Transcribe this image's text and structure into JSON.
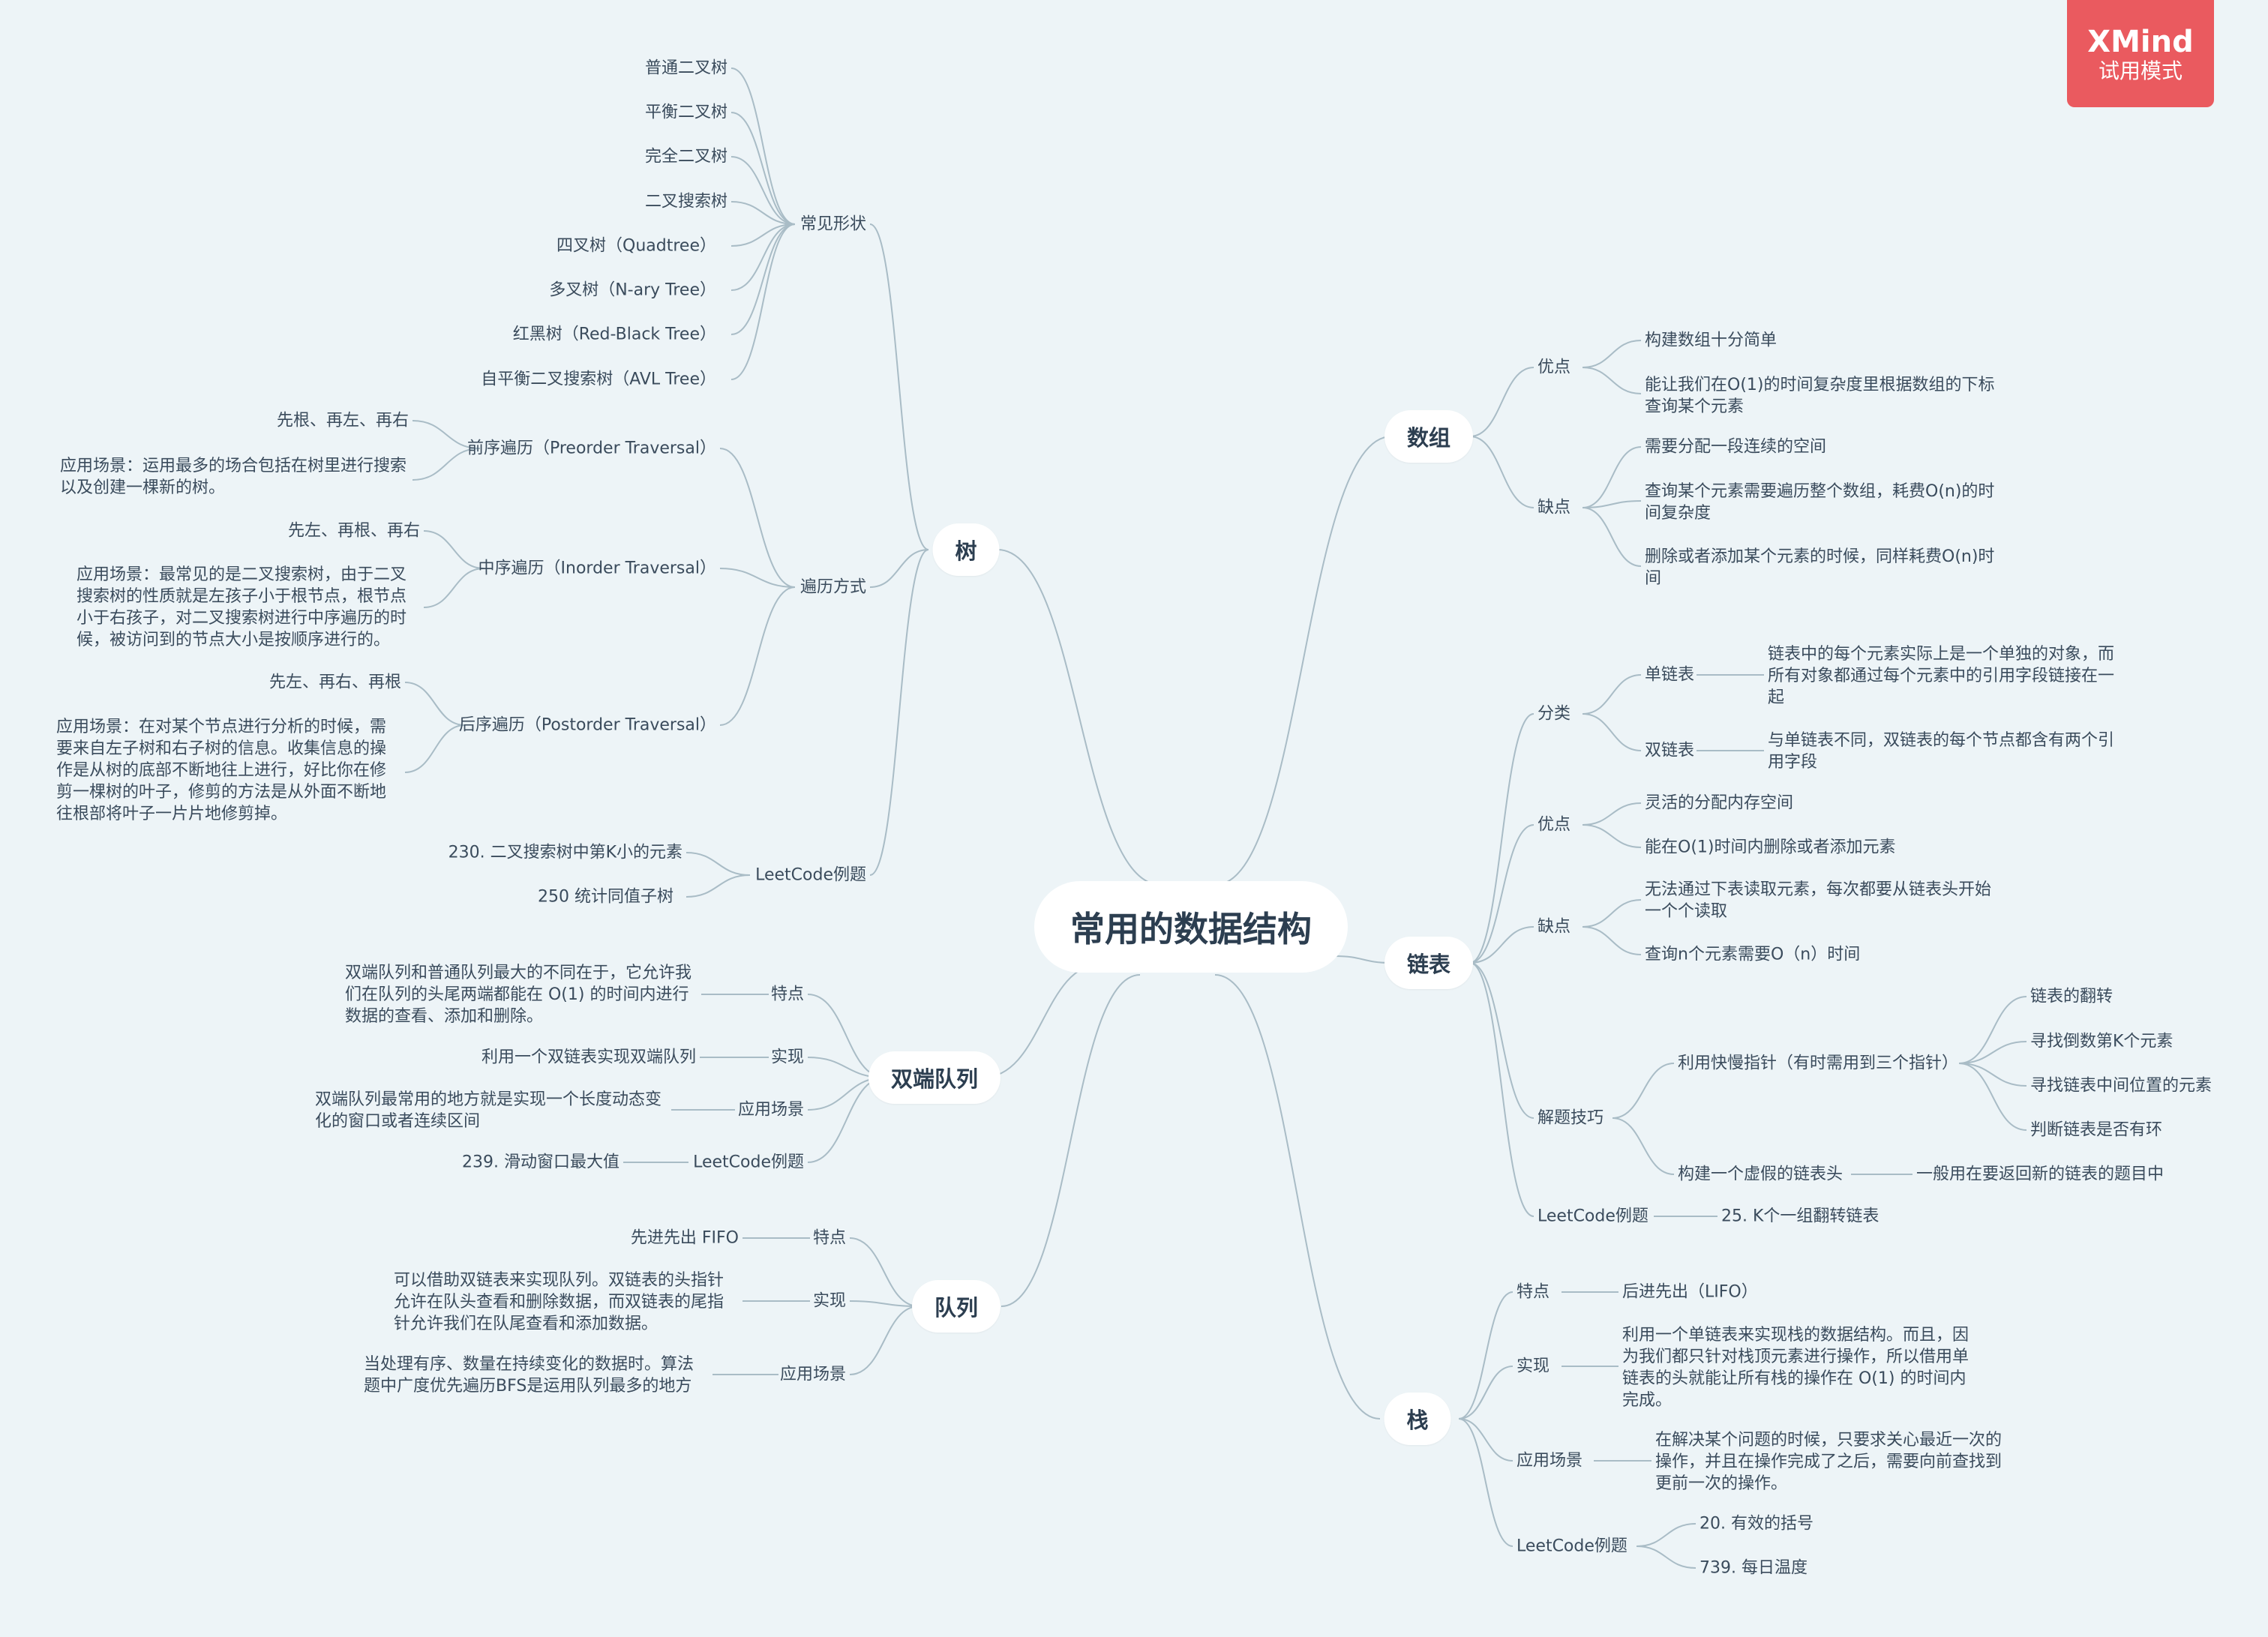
{
  "root": "常用的数据结构",
  "badge": {
    "brand": "XMind",
    "mode": "试用模式"
  },
  "branches": {
    "tree": {
      "label": "树",
      "shapes": {
        "label": "常见形状",
        "items": [
          "普通二叉树",
          "平衡二叉树",
          "完全二叉树",
          "二叉搜索树",
          "四叉树（Quadtree）",
          "多叉树（N-ary Tree）",
          "红黑树（Red-Black Tree）",
          "自平衡二叉搜索树（AVL Tree）"
        ]
      },
      "traversal": {
        "label": "遍历方式",
        "pre": {
          "label": "前序遍历（Preorder Traversal）",
          "order": "先根、再左、再右",
          "usage": "应用场景：运用最多的场合包括在树里进行搜索以及创建一棵新的树。"
        },
        "in": {
          "label": "中序遍历（Inorder Traversal）",
          "order": "先左、再根、再右",
          "usage": "应用场景：最常见的是二叉搜索树，由于二叉搜索树的性质就是左孩子小于根节点，根节点小于右孩子，对二叉搜索树进行中序遍历的时候，被访问到的节点大小是按顺序进行的。"
        },
        "post": {
          "label": "后序遍历（Postorder Traversal）",
          "order": "先左、再右、再根",
          "usage": "应用场景：在对某个节点进行分析的时候，需要来自左子树和右子树的信息。收集信息的操作是从树的底部不断地往上进行，好比你在修剪一棵树的叶子，修剪的方法是从外面不断地往根部将叶子一片片地修剪掉。"
        }
      },
      "leetcode": {
        "label": "LeetCode例题",
        "items": [
          "230. 二叉搜索树中第K小的元素",
          "250 统计同值子树"
        ]
      }
    },
    "deque": {
      "label": "双端队列",
      "feature": {
        "label": "特点",
        "text": "双端队列和普通队列最大的不同在于，它允许我们在队列的头尾两端都能在 O(1) 的时间内进行数据的查看、添加和删除。"
      },
      "impl": {
        "label": "实现",
        "text": "利用一个双链表实现双端队列"
      },
      "usage": {
        "label": "应用场景",
        "text": "双端队列最常用的地方就是实现一个长度动态变化的窗口或者连续区间"
      },
      "leetcode": {
        "label": "LeetCode例题",
        "text": "239. 滑动窗口最大值"
      }
    },
    "queue": {
      "label": "队列",
      "feature": {
        "label": "特点",
        "text": "先进先出 FIFO"
      },
      "impl": {
        "label": "实现",
        "text": "可以借助双链表来实现队列。双链表的头指针允许在队头查看和删除数据，而双链表的尾指针允许我们在队尾查看和添加数据。"
      },
      "usage": {
        "label": "应用场景",
        "text": "当处理有序、数量在持续变化的数据时。算法题中广度优先遍历BFS是运用队列最多的地方"
      }
    },
    "array": {
      "label": "数组",
      "pros": {
        "label": "优点",
        "items": [
          "构建数组十分简单",
          "能让我们在O(1)的时间复杂度里根据数组的下标查询某个元素"
        ]
      },
      "cons": {
        "label": "缺点",
        "items": [
          "需要分配一段连续的空间",
          "查询某个元素需要遍历整个数组，耗费O(n)的时间复杂度",
          "删除或者添加某个元素的时候，同样耗费O(n)时间"
        ]
      }
    },
    "linked": {
      "label": "链表",
      "kinds": {
        "label": "分类",
        "single": {
          "label": "单链表",
          "text": "链表中的每个元素实际上是一个单独的对象，而所有对象都通过每个元素中的引用字段链接在一起"
        },
        "double": {
          "label": "双链表",
          "text": "与单链表不同，双链表的每个节点都含有两个引用字段"
        }
      },
      "pros": {
        "label": "优点",
        "items": [
          "灵活的分配内存空间",
          "能在O(1)时间内删除或者添加元素"
        ]
      },
      "cons": {
        "label": "缺点",
        "items": [
          "无法通过下表读取元素，每次都要从链表头开始一个个读取",
          "查询n个元素需要O（n）时间"
        ]
      },
      "tips": {
        "label": "解题技巧",
        "fast": {
          "label": "利用快慢指针（有时需用到三个指针）",
          "items": [
            "链表的翻转",
            "寻找倒数第K个元素",
            "寻找链表中间位置的元素",
            "判断链表是否有环"
          ]
        },
        "dummy": {
          "label": "构建一个虚假的链表头",
          "text": "一般用在要返回新的链表的题目中"
        }
      },
      "leetcode": {
        "label": "LeetCode例题",
        "text": "25. K个一组翻转链表"
      }
    },
    "stack": {
      "label": "栈",
      "feature": {
        "label": "特点",
        "text": "后进先出（LIFO）"
      },
      "impl": {
        "label": "实现",
        "text": "利用一个单链表来实现栈的数据结构。而且，因为我们都只针对栈顶元素进行操作，所以借用单链表的头就能让所有栈的操作在 O(1) 的时间内完成。"
      },
      "usage": {
        "label": "应用场景",
        "text": "在解决某个问题的时候，只要求关心最近一次的操作，并且在操作完成了之后，需要向前查找到更前一次的操作。"
      },
      "leetcode": {
        "label": "LeetCode例题",
        "items": [
          "20. 有效的括号",
          "739. 每日温度"
        ]
      }
    }
  }
}
